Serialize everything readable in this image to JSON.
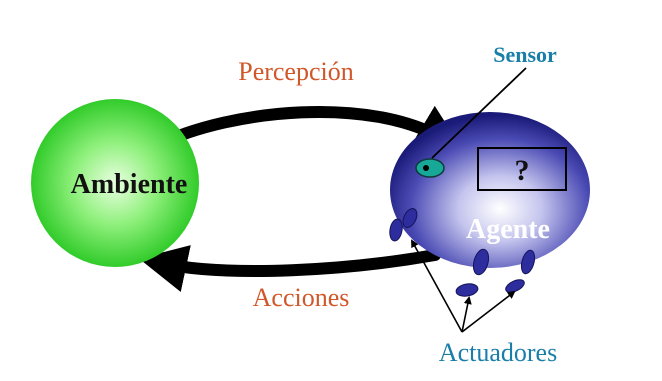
{
  "diagram": {
    "environment": {
      "label": "Ambiente"
    },
    "agent": {
      "label": "Agente",
      "unknown_box_label": "?"
    },
    "arrows": {
      "perception_label": "Percepción",
      "actions_label": "Acciones"
    },
    "sensor": {
      "label": "Sensor"
    },
    "actuators": {
      "label": "Actuadores"
    },
    "colors": {
      "flow_labels": "#d0572a",
      "part_labels": "#1a7fa8",
      "arrows": "#000000",
      "environment_center": "#e8ffe0",
      "environment_edge": "#22d41a",
      "agent_center": "#ffffff",
      "agent_edge": "#1a1a82",
      "sensor": "#1aa89a",
      "actuator": "#2a2a9a"
    }
  }
}
